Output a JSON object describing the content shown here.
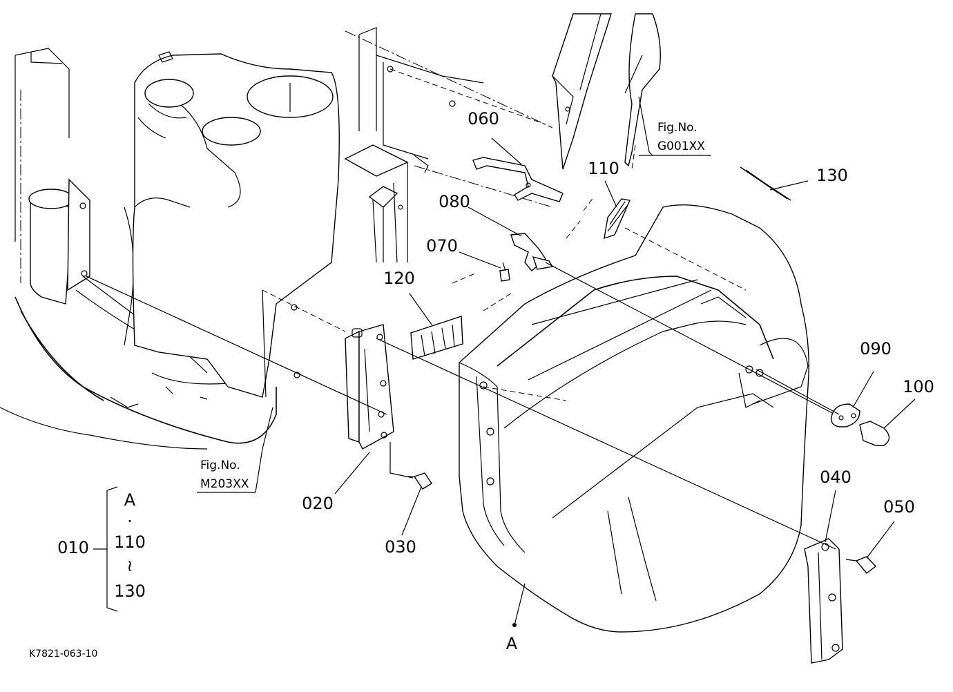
{
  "diagram": {
    "drawing_code": "K7821-063-10",
    "part_callouts": [
      "010",
      "020",
      "030",
      "040",
      "050",
      "060",
      "070",
      "080",
      "090",
      "100",
      "110",
      "120",
      "130"
    ],
    "fig_refs": [
      {
        "top": "Fig.No.",
        "bottom": "G001XX"
      },
      {
        "top": "Fig.No.",
        "bottom": "M203XX"
      }
    ],
    "assembly_bracket": {
      "item": "010",
      "lines": [
        "A",
        "·",
        "110",
        "≀",
        "130"
      ]
    },
    "view_marker": "A"
  }
}
